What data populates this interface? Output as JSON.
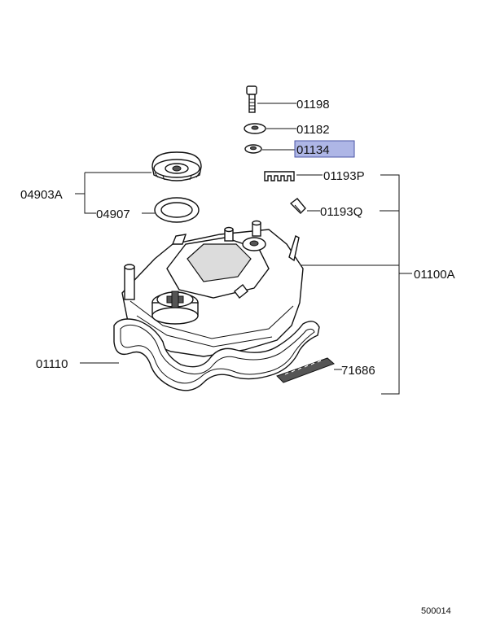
{
  "labels": {
    "p01198": "01198",
    "p01182": "01182",
    "p01134": "01134",
    "p01193P": "01193P",
    "p01193Q": "01193Q",
    "p04903A": "04903A",
    "p04907": "04907",
    "p01100A": "01100A",
    "p01110": "01110",
    "p71686": "71686"
  },
  "highlighted_part": "01134",
  "highlight_color": "#aeb6e6",
  "diagram_ref": "500014"
}
